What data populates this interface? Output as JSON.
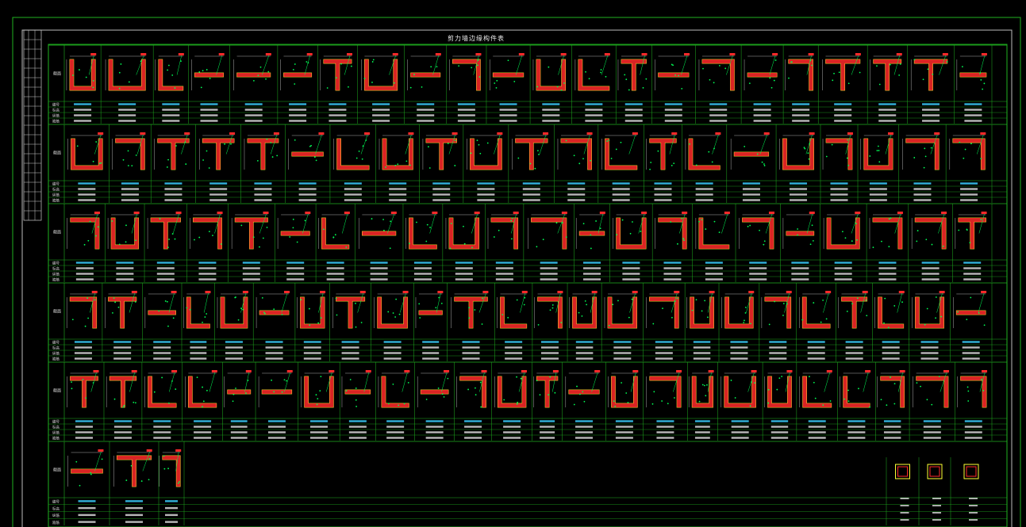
{
  "drawing": {
    "title": "剪力墙边缘构件表",
    "row_labels": [
      "截面",
      "编号",
      "标高",
      "纵筋",
      "箍筋"
    ],
    "colors": {
      "frame": "#1fb21f",
      "wall": "#ff2a2a",
      "stirrup": "#ffff33",
      "rebar": "#00d0d0",
      "dim": "#d8d8d8",
      "tag": "#ff2a2a",
      "leader": "#00ff55"
    }
  }
}
